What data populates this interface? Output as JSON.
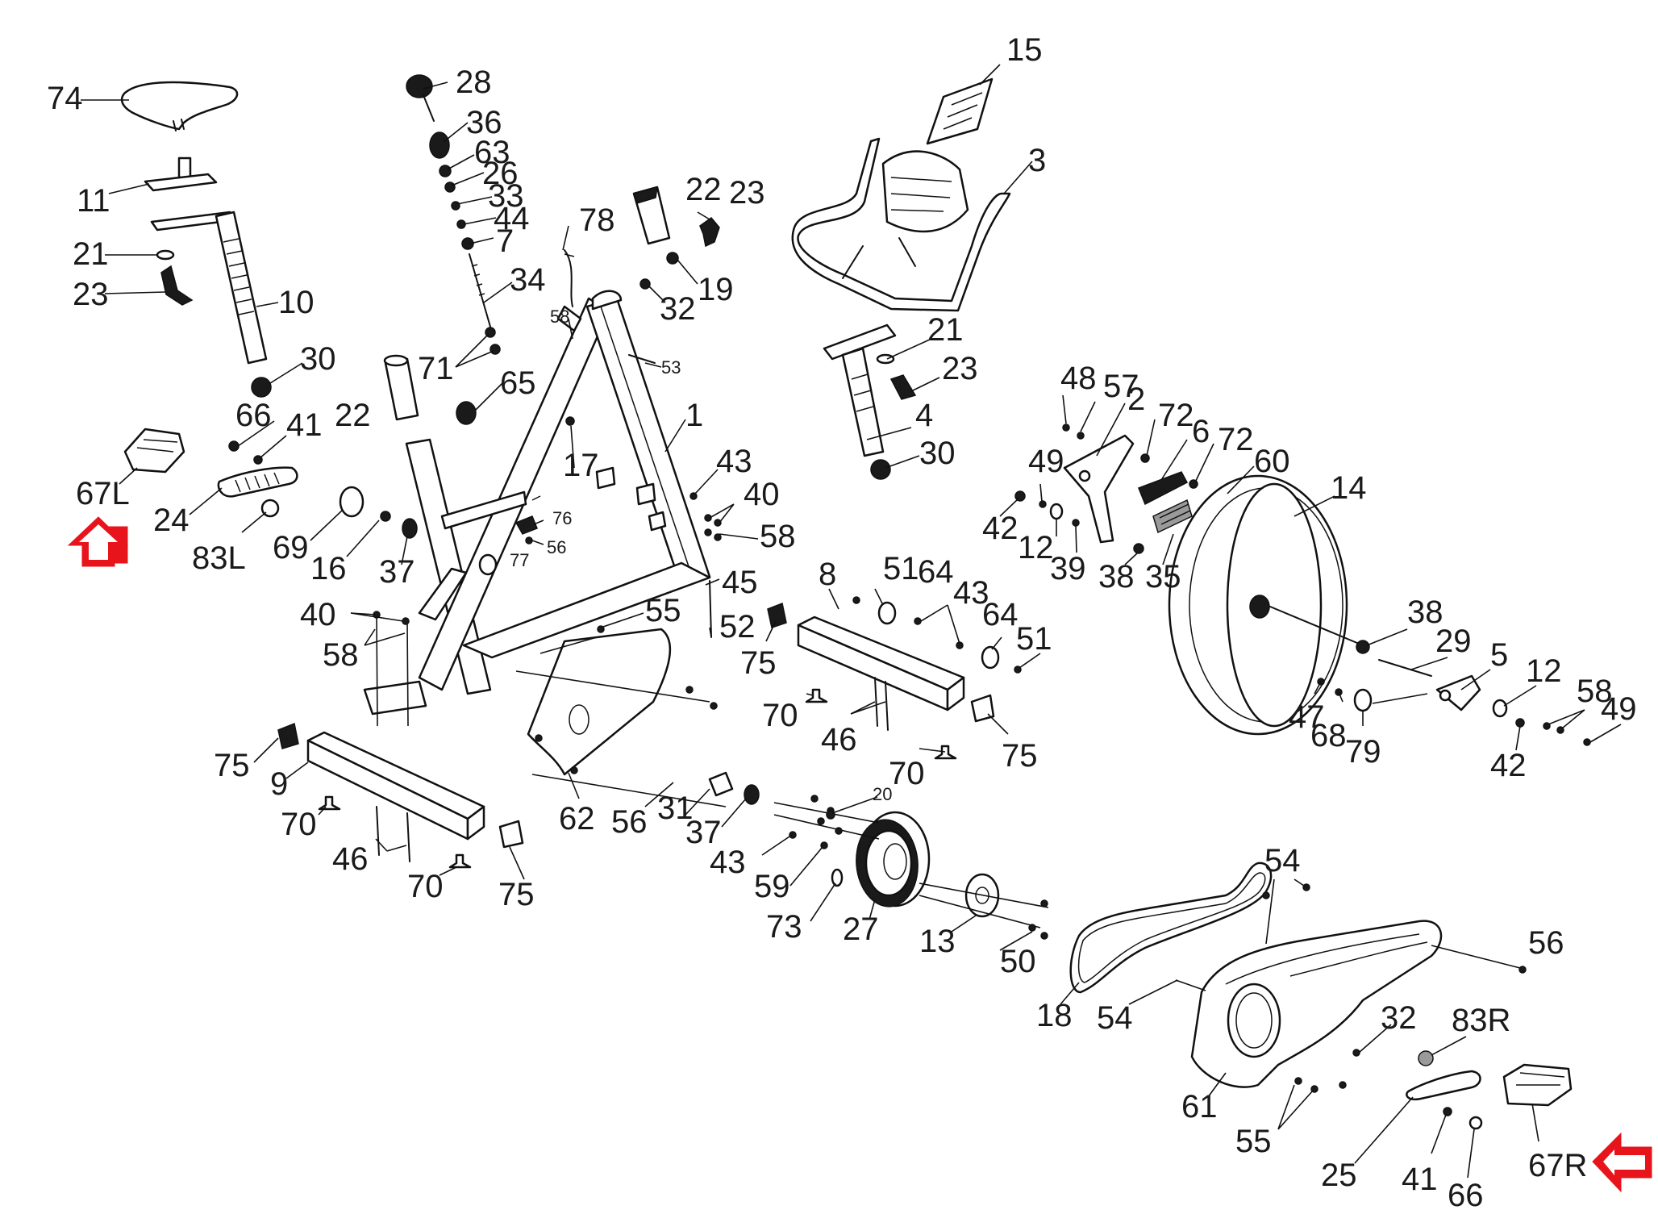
{
  "diagram": {
    "labels": [
      {
        "id": "l74",
        "text": "74"
      },
      {
        "id": "l11",
        "text": "11"
      },
      {
        "id": "l21a",
        "text": "21"
      },
      {
        "id": "l23a",
        "text": "23"
      },
      {
        "id": "l10",
        "text": "10"
      },
      {
        "id": "l30a",
        "text": "30"
      },
      {
        "id": "l66a",
        "text": "66"
      },
      {
        "id": "l41a",
        "text": "41"
      },
      {
        "id": "l67L",
        "text": "67L"
      },
      {
        "id": "l24",
        "text": "24"
      },
      {
        "id": "l83L",
        "text": "83L"
      },
      {
        "id": "l69",
        "text": "69"
      },
      {
        "id": "l16",
        "text": "16"
      },
      {
        "id": "l37a",
        "text": "37"
      },
      {
        "id": "l28",
        "text": "28"
      },
      {
        "id": "l36",
        "text": "36"
      },
      {
        "id": "l63",
        "text": "63"
      },
      {
        "id": "l26",
        "text": "26"
      },
      {
        "id": "l33",
        "text": "33"
      },
      {
        "id": "l44",
        "text": "44"
      },
      {
        "id": "l7",
        "text": "7"
      },
      {
        "id": "l34",
        "text": "34"
      },
      {
        "id": "l71",
        "text": "71"
      },
      {
        "id": "l22a",
        "text": "22"
      },
      {
        "id": "l65",
        "text": "65"
      },
      {
        "id": "l78",
        "text": "78"
      },
      {
        "id": "l22b",
        "text": "22"
      },
      {
        "id": "l23b",
        "text": "23"
      },
      {
        "id": "l19",
        "text": "19"
      },
      {
        "id": "l32a",
        "text": "32"
      },
      {
        "id": "l58a",
        "text": "58"
      },
      {
        "id": "l53",
        "text": "53"
      },
      {
        "id": "l1",
        "text": "1"
      },
      {
        "id": "l17",
        "text": "17"
      },
      {
        "id": "l76",
        "text": "76"
      },
      {
        "id": "l77",
        "text": "77"
      },
      {
        "id": "l56a",
        "text": "56"
      },
      {
        "id": "l43a",
        "text": "43"
      },
      {
        "id": "l40a",
        "text": "40"
      },
      {
        "id": "l58b",
        "text": "58"
      },
      {
        "id": "l45",
        "text": "45"
      },
      {
        "id": "l52",
        "text": "52"
      },
      {
        "id": "l55a",
        "text": "55"
      },
      {
        "id": "l40b",
        "text": "40"
      },
      {
        "id": "l58c",
        "text": "58"
      },
      {
        "id": "l15",
        "text": "15"
      },
      {
        "id": "l3",
        "text": "3"
      },
      {
        "id": "l21b",
        "text": "21"
      },
      {
        "id": "l23c",
        "text": "23"
      },
      {
        "id": "l4",
        "text": "4"
      },
      {
        "id": "l30b",
        "text": "30"
      },
      {
        "id": "l48",
        "text": "48"
      },
      {
        "id": "l57",
        "text": "57"
      },
      {
        "id": "l2",
        "text": "2"
      },
      {
        "id": "l72a",
        "text": "72"
      },
      {
        "id": "l6",
        "text": "6"
      },
      {
        "id": "l72b",
        "text": "72"
      },
      {
        "id": "l60",
        "text": "60"
      },
      {
        "id": "l49a",
        "text": "49"
      },
      {
        "id": "l14",
        "text": "14"
      },
      {
        "id": "l42a",
        "text": "42"
      },
      {
        "id": "l12a",
        "text": "12"
      },
      {
        "id": "l39",
        "text": "39"
      },
      {
        "id": "l38a",
        "text": "38"
      },
      {
        "id": "l35",
        "text": "35"
      },
      {
        "id": "l8",
        "text": "8"
      },
      {
        "id": "l51a",
        "text": "51"
      },
      {
        "id": "l64a",
        "text": "64"
      },
      {
        "id": "l43b",
        "text": "43"
      },
      {
        "id": "l64b",
        "text": "64"
      },
      {
        "id": "l51b",
        "text": "51"
      },
      {
        "id": "l75a",
        "text": "75"
      },
      {
        "id": "l70a",
        "text": "70"
      },
      {
        "id": "l46a",
        "text": "46"
      },
      {
        "id": "l70b",
        "text": "70"
      },
      {
        "id": "l75b",
        "text": "75"
      },
      {
        "id": "l38b",
        "text": "38"
      },
      {
        "id": "l29",
        "text": "29"
      },
      {
        "id": "l5",
        "text": "5"
      },
      {
        "id": "l12b",
        "text": "12"
      },
      {
        "id": "l58d",
        "text": "58"
      },
      {
        "id": "l47",
        "text": "47"
      },
      {
        "id": "l68",
        "text": "68"
      },
      {
        "id": "l79",
        "text": "79"
      },
      {
        "id": "l42b",
        "text": "42"
      },
      {
        "id": "l49b",
        "text": "49"
      },
      {
        "id": "l75c",
        "text": "75"
      },
      {
        "id": "l9",
        "text": "9"
      },
      {
        "id": "l70c",
        "text": "70"
      },
      {
        "id": "l46b",
        "text": "46"
      },
      {
        "id": "l70d",
        "text": "70"
      },
      {
        "id": "l75d",
        "text": "75"
      },
      {
        "id": "l62",
        "text": "62"
      },
      {
        "id": "l56b",
        "text": "56"
      },
      {
        "id": "l31",
        "text": "31"
      },
      {
        "id": "l37b",
        "text": "37"
      },
      {
        "id": "l20",
        "text": "20"
      },
      {
        "id": "l43c",
        "text": "43"
      },
      {
        "id": "l59",
        "text": "59"
      },
      {
        "id": "l73",
        "text": "73"
      },
      {
        "id": "l27",
        "text": "27"
      },
      {
        "id": "l13",
        "text": "13"
      },
      {
        "id": "l50",
        "text": "50"
      },
      {
        "id": "l54a",
        "text": "54"
      },
      {
        "id": "l18",
        "text": "18"
      },
      {
        "id": "l54b",
        "text": "54"
      },
      {
        "id": "l56c",
        "text": "56"
      },
      {
        "id": "l32b",
        "text": "32"
      },
      {
        "id": "l83R",
        "text": "83R"
      },
      {
        "id": "l61",
        "text": "61"
      },
      {
        "id": "l55b",
        "text": "55"
      },
      {
        "id": "l25",
        "text": "25"
      },
      {
        "id": "l41b",
        "text": "41"
      },
      {
        "id": "l66b",
        "text": "66"
      },
      {
        "id": "l67R",
        "text": "67R"
      }
    ],
    "highlight_color": "#e8141b",
    "line_color": "#111111"
  }
}
